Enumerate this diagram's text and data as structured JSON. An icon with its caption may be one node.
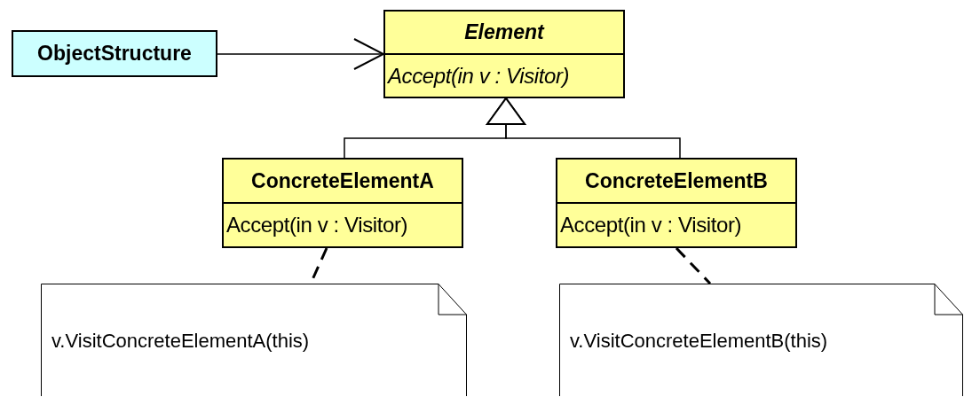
{
  "diagram": {
    "nodes": [
      {
        "text": [
          "ObjectStructure"
        ]
      },
      {
        "text": [
          "Element",
          "Accept(in v : Visitor)"
        ]
      },
      {
        "text": [
          "ConcreteElementA",
          "Accept(in v : Visitor)"
        ]
      },
      {
        "text": [
          "ConcreteElementB",
          "Accept(in v : Visitor)"
        ]
      },
      {
        "text": [
          "v.VisitConcreteElementA(this)"
        ]
      },
      {
        "text": [
          "v.VisitConcreteElementB(this)"
        ]
      }
    ],
    "edges": [
      {
        "from": 0,
        "to": 1,
        "arrow": "to"
      },
      {
        "from": 2,
        "to": 1,
        "arrow": "to"
      },
      {
        "from": 3,
        "to": 1,
        "arrow": "to"
      },
      {
        "from": 2,
        "to": 4,
        "arrow": "none",
        "style": "dashed"
      },
      {
        "from": 3,
        "to": 5,
        "arrow": "none",
        "style": "dashed"
      }
    ]
  }
}
